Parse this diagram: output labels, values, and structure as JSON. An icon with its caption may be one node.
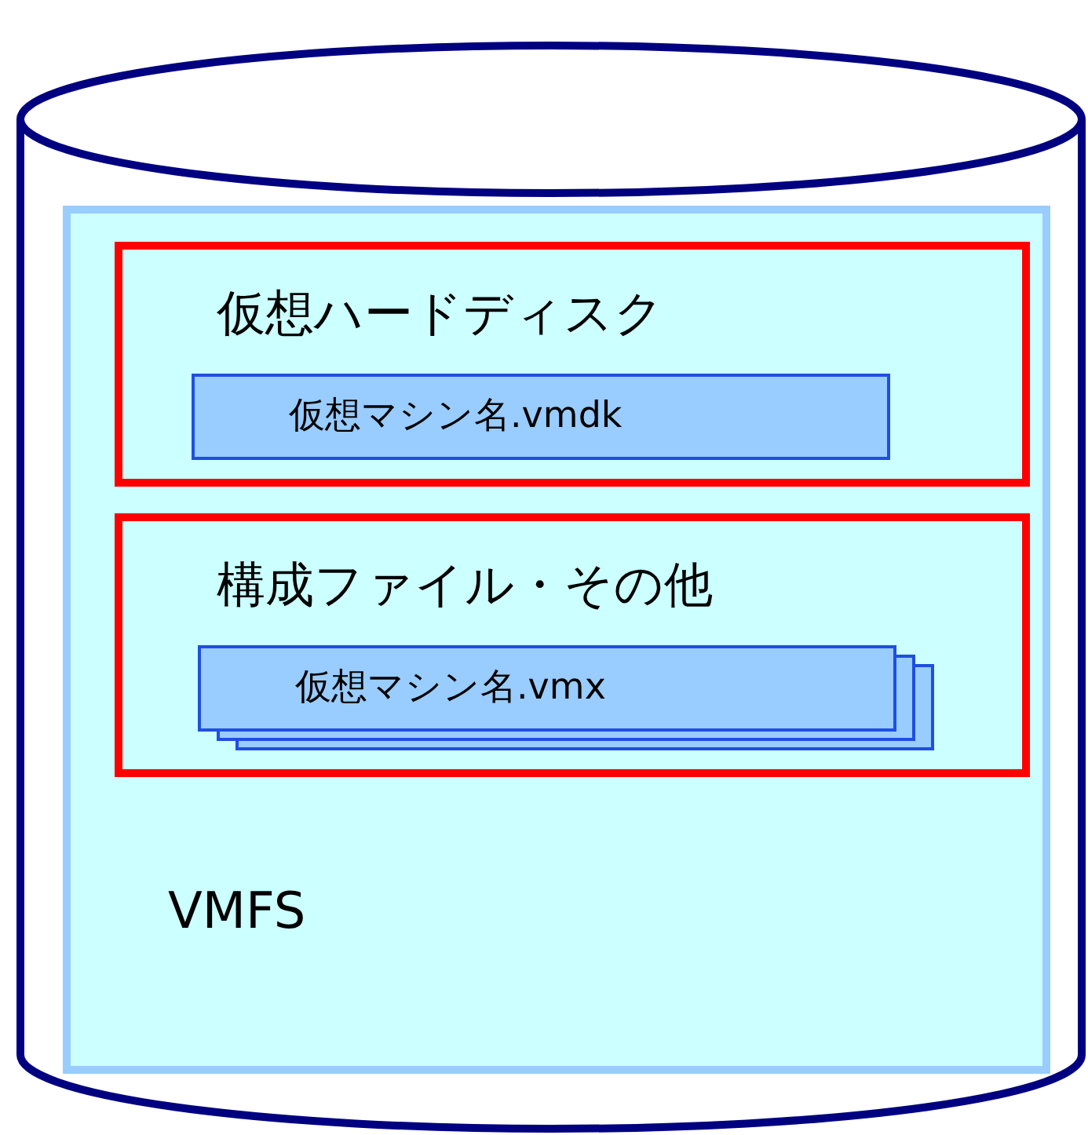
{
  "diagram": {
    "nodes": [
      {
        "text": [],
        "shape": "cylinder"
      },
      {
        "text": [
          "VMFS"
        ],
        "in": 0
      },
      {
        "text": [
          "仮想ハードディスク"
        ],
        "in": 1
      },
      {
        "text": [
          "仮想マシン名.vmdk"
        ],
        "in": 2
      },
      {
        "text": [
          "構成ファイル・その他"
        ],
        "in": 1
      },
      {
        "text": [
          "仮想マシン名.vmx"
        ],
        "in": 4
      }
    ]
  }
}
